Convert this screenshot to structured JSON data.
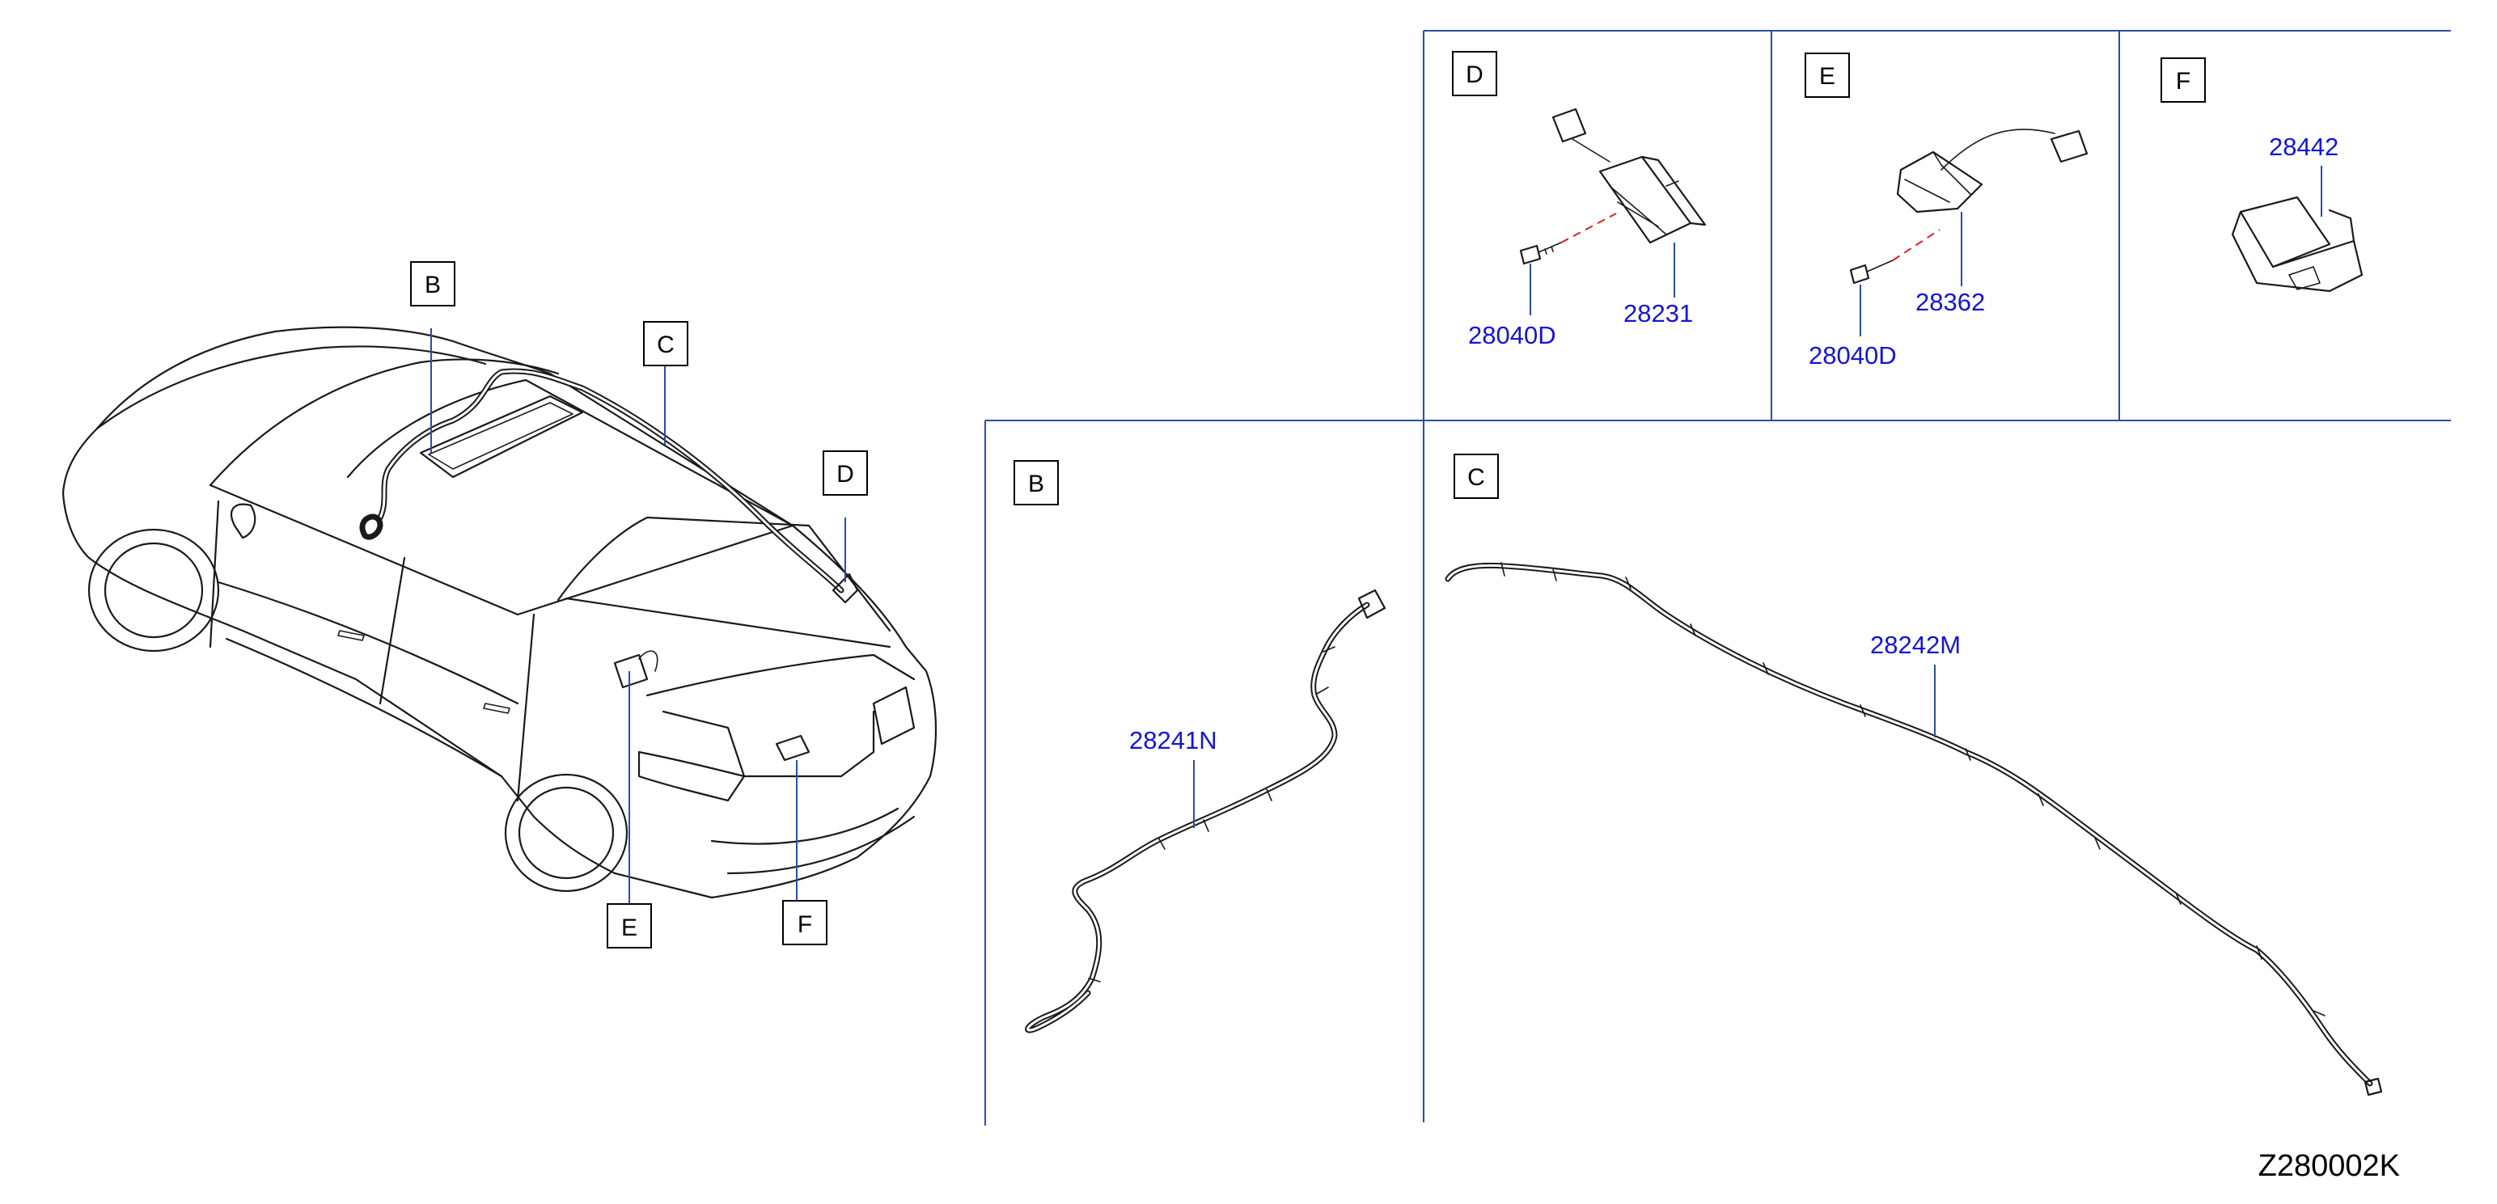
{
  "diagram": {
    "reference_code": "Z280002K",
    "callouts": {
      "B": "B",
      "C": "C",
      "D": "D",
      "E": "E",
      "F": "F"
    },
    "parts": {
      "p28040D_d": "28040D",
      "p28231": "28231",
      "p28040D_e": "28040D",
      "p28362": "28362",
      "p28442": "28442",
      "p28241N": "28241N",
      "p28242M": "28242M"
    },
    "colors": {
      "part_label": "#1414d6",
      "leader": "#2a4ea8",
      "panel_border": "#2a4ea8",
      "alignment_dash": "#e02020"
    }
  }
}
